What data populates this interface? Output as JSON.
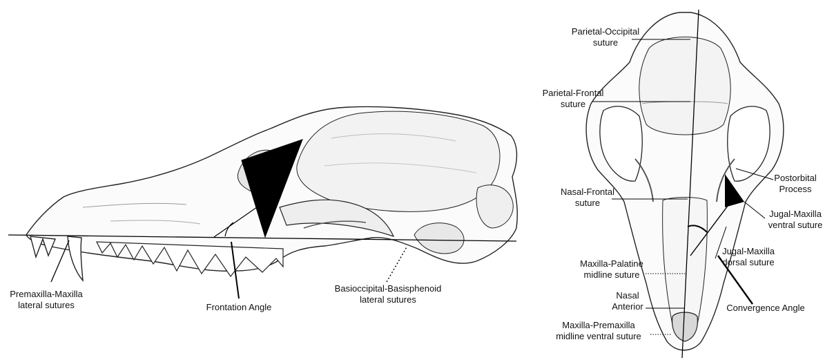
{
  "labels": {
    "premaxilla_maxilla": [
      "Premaxilla-Maxilla",
      "lateral sutures"
    ],
    "frontation_angle": "Frontation Angle",
    "basioccipital": [
      "Basioccipital-Basisphenoid",
      "lateral sutures"
    ],
    "parietal_occipital": [
      "Parietal-Occipital",
      "suture"
    ],
    "parietal_frontal": [
      "Parietal-Frontal",
      "suture"
    ],
    "nasal_frontal": [
      "Nasal-Frontal",
      "suture"
    ],
    "maxilla_palatine": [
      "Maxilla-Palatine",
      "midline suture"
    ],
    "nasal_anterior": [
      "Nasal",
      "Anterior"
    ],
    "maxilla_premaxilla": [
      "Maxilla-Premaxilla",
      "midline ventral suture"
    ],
    "postorbital": [
      "Postorbital",
      "Process"
    ],
    "jugal_ventral": [
      "Jugal-Maxilla",
      "ventral suture"
    ],
    "jugal_dorsal": [
      "Jugal-Maxilla",
      "dorsal suture"
    ],
    "convergence_angle": "Convergence Angle"
  }
}
